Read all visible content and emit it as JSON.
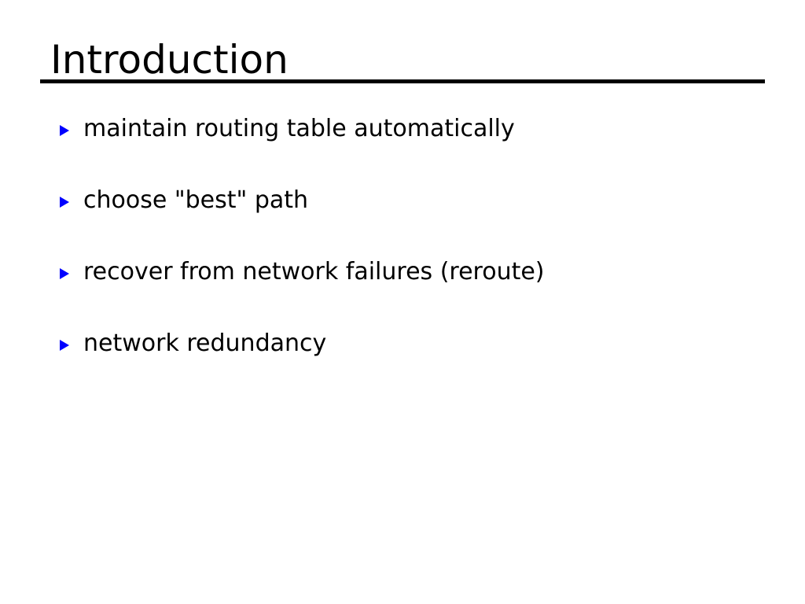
{
  "slide": {
    "title": "Introduction",
    "background_color": "#ffffff",
    "title_color": "#000000",
    "rule_color": "#000000",
    "bullet_color": "#0000ff",
    "bullet_icon": "triangle-right-icon",
    "bullets": [
      {
        "text": "maintain routing table automatically"
      },
      {
        "text": "choose \"best\" path"
      },
      {
        "text": "recover from network failures (reroute)"
      },
      {
        "text": "network redundancy"
      }
    ]
  }
}
